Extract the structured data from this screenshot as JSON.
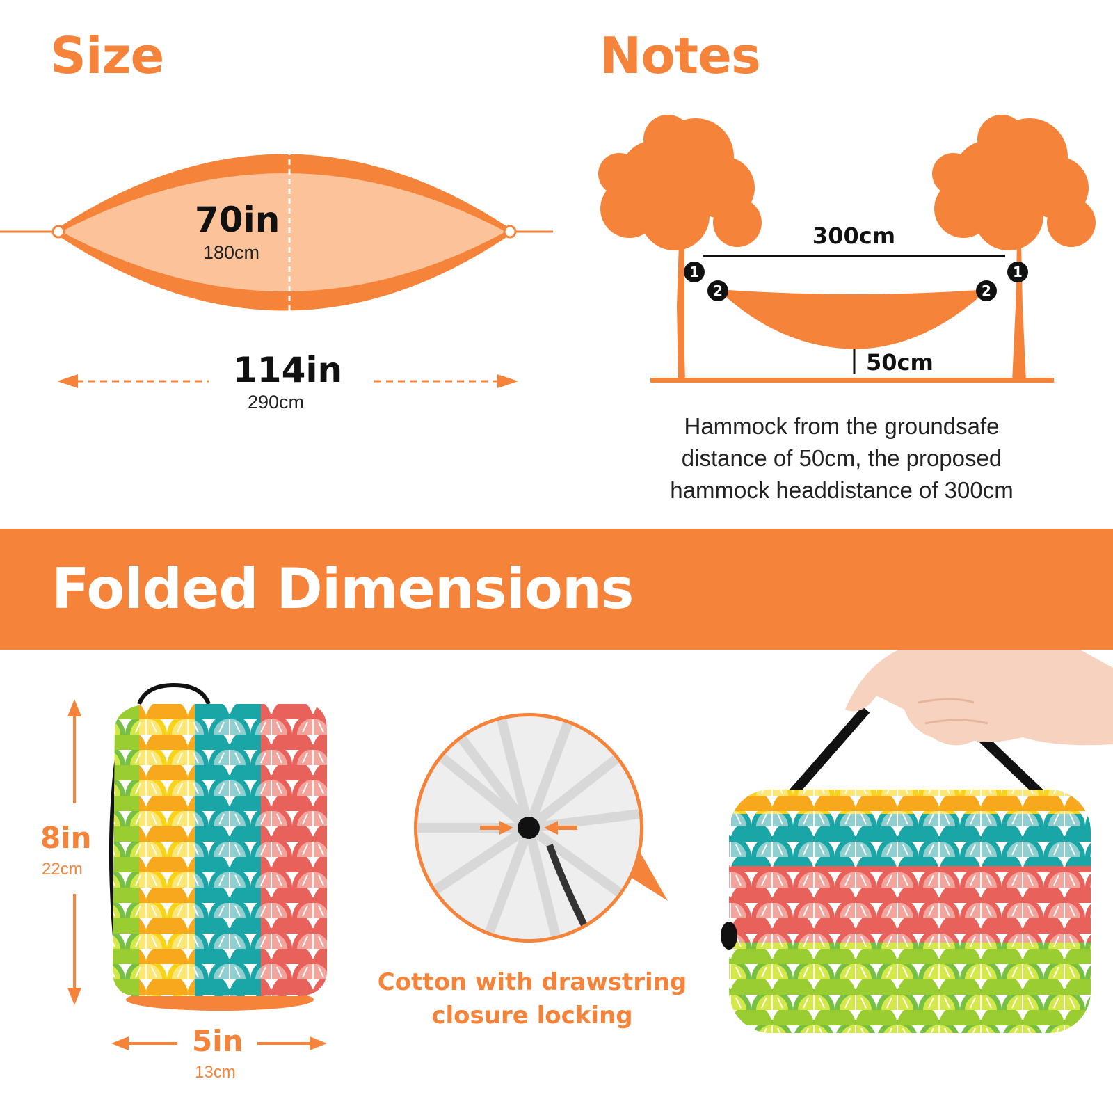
{
  "size_section": {
    "title": "Size",
    "width_in": "70in",
    "width_cm": "180cm",
    "length_in": "114in",
    "length_cm": "290cm"
  },
  "notes_section": {
    "title": "Notes",
    "span_label": "300cm",
    "height_label": "50cm",
    "marker_1": "1",
    "marker_2": "2",
    "description": "Hammock from the groundsafe distance of 50cm, the proposed hammock headdistance of 300cm"
  },
  "folded_section": {
    "title": "Folded Dimensions",
    "height_in": "8in",
    "height_cm": "22cm",
    "width_in": "5in",
    "width_cm": "13cm",
    "closure_caption_line1": "Cotton with drawstring",
    "closure_caption_line2": "closure locking"
  },
  "colors": {
    "accent": "#f5843a",
    "accent_light": "#fcc39a",
    "banner_text": "#ffffff"
  }
}
